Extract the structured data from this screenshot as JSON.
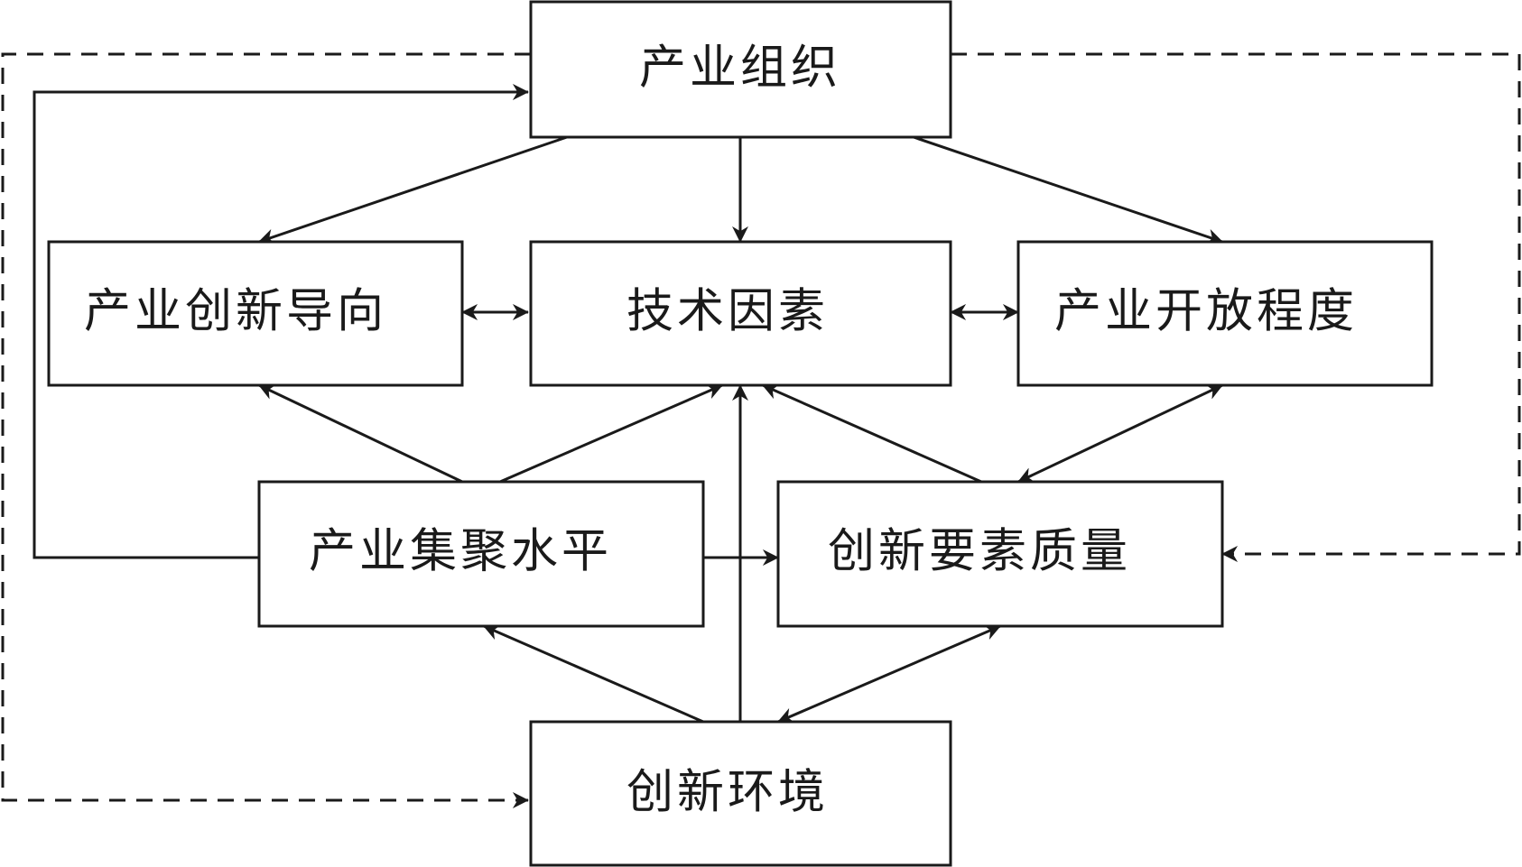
{
  "diagram": {
    "nodes": {
      "industry_organization": "产业组织",
      "innovation_orientation": "产业创新导向",
      "technology_factors": "技术因素",
      "openness_degree": "产业开放程度",
      "agglomeration_level": "产业集聚水平",
      "innovation_factor_quality": "创新要素质量",
      "innovation_environment": "创新环境"
    },
    "edges": [
      {
        "from": "industry_organization",
        "to": "innovation_orientation",
        "style": "solid"
      },
      {
        "from": "industry_organization",
        "to": "technology_factors",
        "style": "solid"
      },
      {
        "from": "industry_organization",
        "to": "openness_degree",
        "style": "solid"
      },
      {
        "from": "innovation_orientation",
        "to": "technology_factors",
        "style": "solid",
        "bidirectional": true
      },
      {
        "from": "technology_factors",
        "to": "openness_degree",
        "style": "solid",
        "bidirectional": true
      },
      {
        "from": "agglomeration_level",
        "to": "innovation_orientation",
        "style": "solid"
      },
      {
        "from": "agglomeration_level",
        "to": "technology_factors",
        "style": "solid"
      },
      {
        "from": "agglomeration_level",
        "to": "innovation_factor_quality",
        "style": "solid"
      },
      {
        "from": "agglomeration_level",
        "to": "industry_organization",
        "style": "solid"
      },
      {
        "from": "innovation_factor_quality",
        "to": "technology_factors",
        "style": "solid"
      },
      {
        "from": "innovation_factor_quality",
        "to": "openness_degree",
        "style": "solid",
        "bidirectional": true
      },
      {
        "from": "innovation_environment",
        "to": "agglomeration_level",
        "style": "solid"
      },
      {
        "from": "innovation_environment",
        "to": "technology_factors",
        "style": "solid"
      },
      {
        "from": "innovation_environment",
        "to": "innovation_factor_quality",
        "style": "solid",
        "bidirectional": true
      },
      {
        "from": "industry_organization",
        "to": "innovation_environment",
        "style": "dashed"
      },
      {
        "from": "industry_organization",
        "to": "innovation_factor_quality",
        "style": "dashed"
      }
    ]
  }
}
